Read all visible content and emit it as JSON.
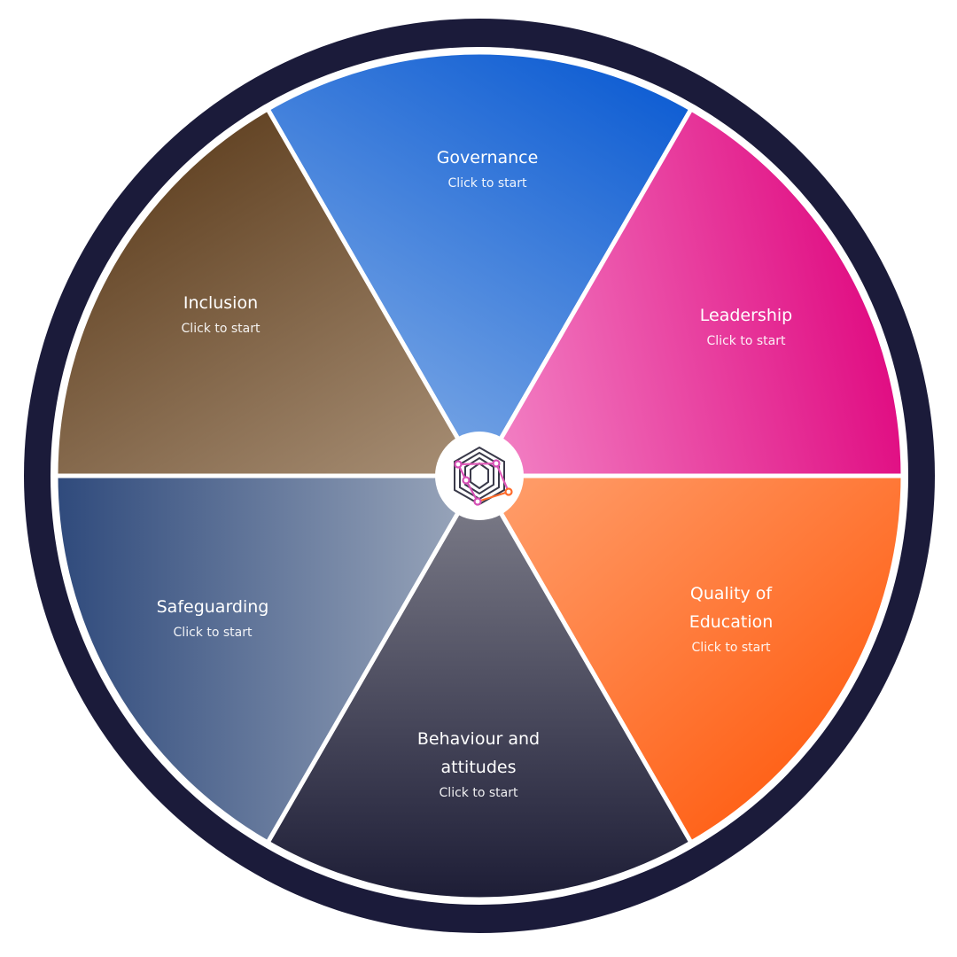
{
  "colors": {
    "ring": "#1b1b3a",
    "divider": "#ffffff"
  },
  "segments": [
    {
      "id": "governance",
      "title": "Governance",
      "subtitle": "Click to start",
      "from": "#7eaae6",
      "to": "#0a5ad2"
    },
    {
      "id": "leadership",
      "title": "Leadership",
      "subtitle": "Click to start",
      "from": "#f27fc3",
      "to": "#df057e"
    },
    {
      "id": "quality-of-education",
      "title": "Quality of Education",
      "subtitle": "Click to start",
      "from": "#ffa06e",
      "to": "#ff5000"
    },
    {
      "id": "behaviour-and-attitudes",
      "title": "Behaviour and attitudes",
      "subtitle": "Click to start",
      "from": "#80808c",
      "to": "#1d1d36"
    },
    {
      "id": "safeguarding",
      "title": "Safeguarding",
      "subtitle": "Click to start",
      "from": "#9ca8bc",
      "to": "#2f4a7c"
    },
    {
      "id": "inclusion",
      "title": "Inclusion",
      "subtitle": "Click to start",
      "from": "#a58c72",
      "to": "#5a3a1a"
    }
  ],
  "center_logo": {
    "icon": "hexagon-network-logo-icon"
  }
}
